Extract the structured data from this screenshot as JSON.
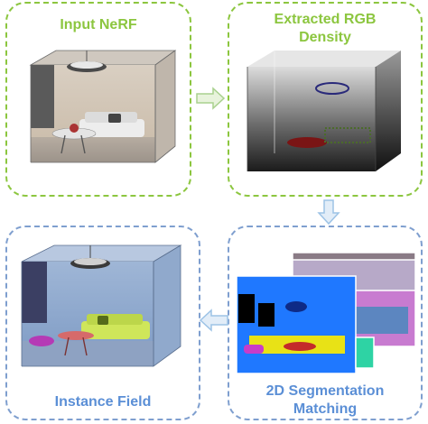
{
  "colors": {
    "green": "#8cc63f",
    "green_arrow": "#a9d18e",
    "blue": "#7f9fcf",
    "blue_text": "#5b8fd6",
    "blue_arrow": "#9dc3e6"
  },
  "panels": {
    "input_nerf": {
      "title": "Input NeRF"
    },
    "extracted_rgb": {
      "title_line1": "Extracted RGB",
      "title_line2": "Density"
    },
    "segmentation": {
      "title_line1": "2D Segmentation",
      "title_line2": "Matching"
    },
    "instance_field": {
      "title": "Instance Field"
    }
  },
  "icons": {
    "arrow_right": "arrow-right-icon",
    "arrow_down": "arrow-down-icon",
    "arrow_left": "arrow-left-icon"
  }
}
